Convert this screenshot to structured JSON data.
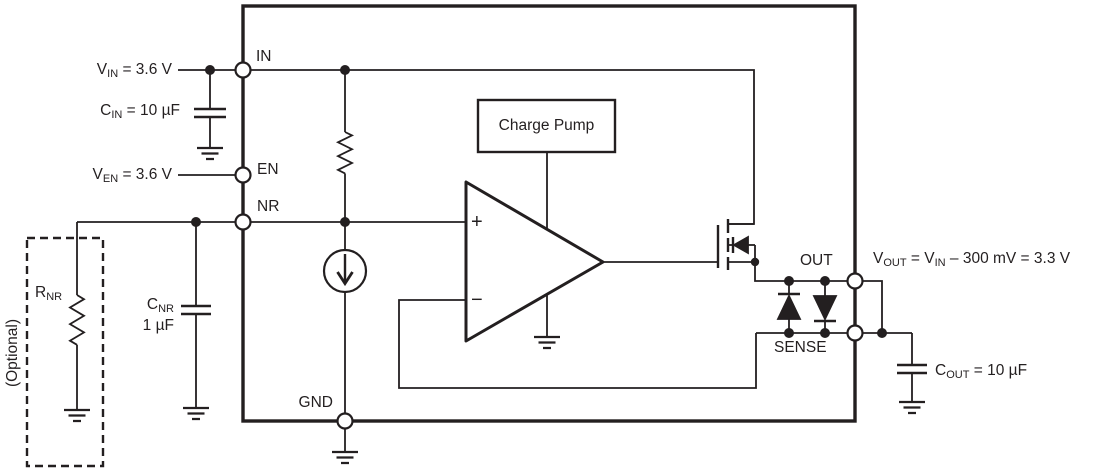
{
  "figure": {
    "type": "circuit-schematic",
    "ink_color": "#231f20",
    "background": "#ffffff"
  },
  "ic": {
    "pins": {
      "in": "IN",
      "en": "EN",
      "nr": "NR",
      "gnd": "GND",
      "out": "OUT",
      "sense": "SENSE"
    },
    "charge_pump_label": "Charge Pump",
    "error_amp": {
      "plus": "+",
      "minus": "−"
    }
  },
  "external": {
    "vin": {
      "p1": "V",
      "s1": "IN",
      "p2": " = 3.6 V"
    },
    "cin": {
      "p1": "C",
      "s1": "IN",
      "p2": " = 10 µF"
    },
    "ven": {
      "p1": "V",
      "s1": "EN",
      "p2": " = 3.6 V"
    },
    "rnr": {
      "p1": "R",
      "s1": "NR"
    },
    "cnr": {
      "p1": "C",
      "s1": "NR",
      "value": "1 µF"
    },
    "optional_note": "(Optional)",
    "vout": {
      "p1": "V",
      "s1": "OUT",
      "p2": " = V",
      "s2": "IN",
      "p3": " – 300 mV = 3.3 V"
    },
    "cout": {
      "p1": "C",
      "s1": "OUT",
      "p2": " = 10 µF"
    }
  }
}
